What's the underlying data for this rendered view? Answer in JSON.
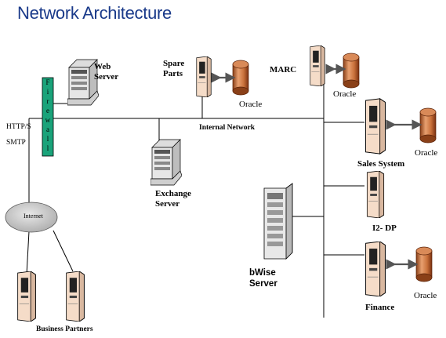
{
  "title": "Network Architecture",
  "firewall": {
    "letters": [
      "F",
      "i",
      "r",
      "e",
      "w",
      "a",
      "l",
      "l"
    ]
  },
  "labels": {
    "web_server": [
      "Web",
      "Server"
    ],
    "spare_parts": [
      "Spare",
      "Parts"
    ],
    "marc": "MARC",
    "exchange_server": [
      "Exchange",
      "Server"
    ],
    "sales_system": "Sales System",
    "i2_dp": "I2- DP",
    "bwise_server": [
      "bWise",
      "Server"
    ],
    "finance": "Finance",
    "internal_network": "Internal  Network",
    "internet": "Internet",
    "business_partners": "Business  Partners",
    "http": "HTTP/S",
    "smtp": "SMTP",
    "oracle": "Oracle"
  },
  "colors": {
    "title": "#1a3a8a",
    "firewall": "#1aa37a",
    "internet_cloud": "#c8c8c8",
    "database": "#c8703a",
    "server_body": "#f5dcc8",
    "line": "#000000"
  }
}
